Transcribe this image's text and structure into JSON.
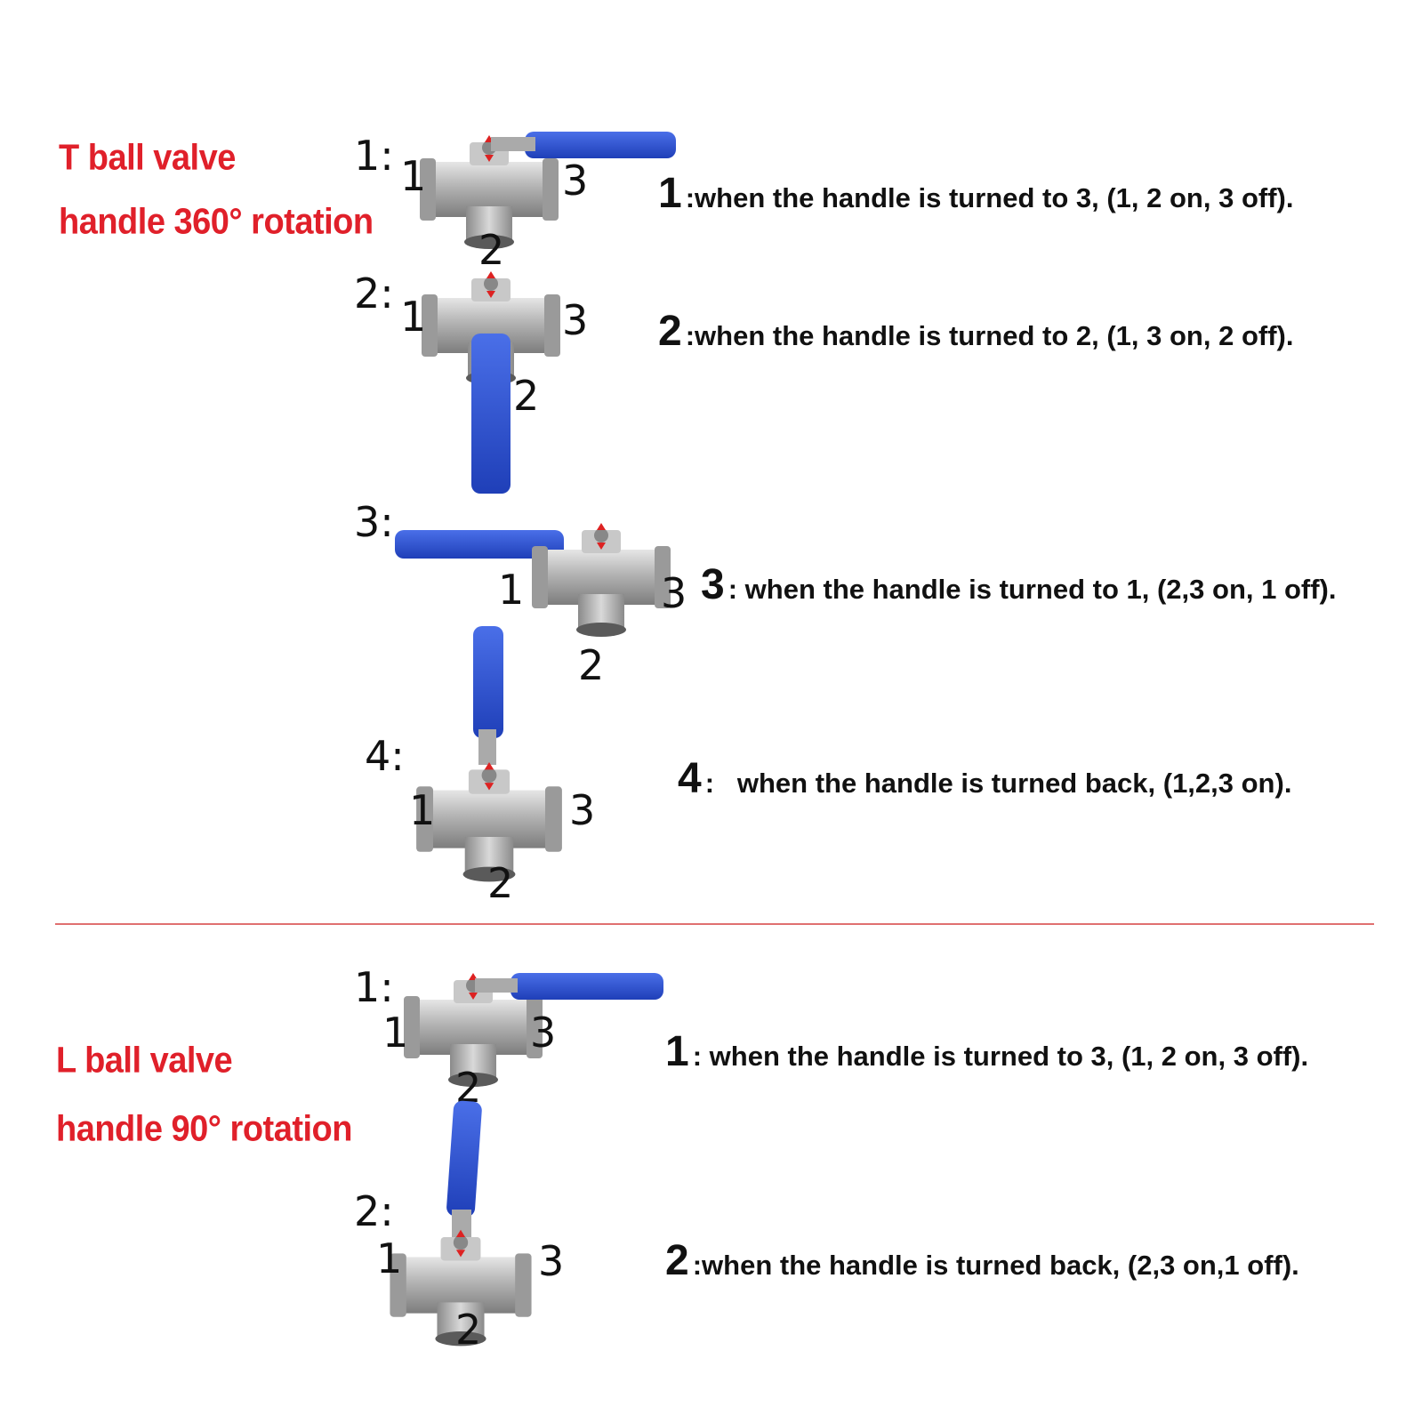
{
  "sections": {
    "t_valve": {
      "title_line1": "T ball valve",
      "title_line2": "handle 360° rotation",
      "steps": [
        {
          "label": "1:",
          "num": "1",
          "colon": ":",
          "text": "when the handle is turned to 3, (1, 2 on, 3 off)."
        },
        {
          "label": "2:",
          "num": "2",
          "colon": ":",
          "text": "when the handle is turned to 2, (1, 3 on, 2 off)."
        },
        {
          "label": "3:",
          "num": "3",
          "colon": ":",
          "text": "when the handle is turned to 1, (2,3 on, 1 off)."
        },
        {
          "label": "4:",
          "num": "4",
          "colon": ":",
          "text": "when the handle is turned back, (1,2,3 on)."
        }
      ]
    },
    "l_valve": {
      "title_line1": "L ball valve",
      "title_line2": "handle 90° rotation",
      "steps": [
        {
          "label": "1:",
          "num": "1",
          "colon": ":",
          "text": "when the handle is turned to 3, (1, 2 on, 3 off)."
        },
        {
          "label": "2:",
          "num": "2",
          "colon": ":",
          "text": "when the handle is turned back, (2,3 on,1 off)."
        }
      ]
    }
  },
  "ports": {
    "p1": "1",
    "p2": "2",
    "p3": "3"
  },
  "colors": {
    "title_red": "#e0202a",
    "handle_blue": "#2f55d4",
    "divider": "#e07070",
    "steel": "#b9b9b9"
  },
  "icons": [
    "ball-valve-icon"
  ]
}
